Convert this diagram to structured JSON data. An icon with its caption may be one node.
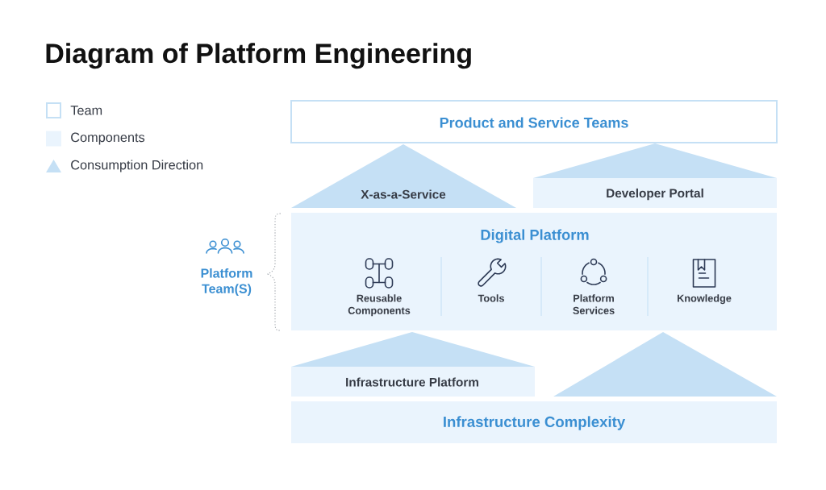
{
  "diagram": {
    "title": "Diagram of Platform Engineering",
    "nodes": [
      {
        "text": [
          "Product and Service Teams"
        ]
      },
      {
        "text": [
          "X-as-a-Service"
        ]
      },
      {
        "text": [
          "Developer Portal"
        ]
      },
      {
        "text": [
          "Platform Team(S)"
        ]
      },
      {
        "text": [
          "Digital Platform"
        ]
      },
      {
        "text": [
          "Reusable Components"
        ],
        "in": 4
      },
      {
        "text": [
          "Tools"
        ],
        "in": 4
      },
      {
        "text": [
          "Platform Services"
        ],
        "in": 4
      },
      {
        "text": [
          "Knowledge"
        ],
        "in": 4
      },
      {
        "text": [
          "Infrastructure Platform"
        ]
      },
      {
        "text": [],
        "shape": "triangle"
      },
      {
        "text": [
          "Infrastructure Complexity"
        ]
      }
    ],
    "legend": [
      {
        "text": "Team"
      },
      {
        "text": "Components",
        "color": "#eaf4fd"
      },
      {
        "text": "Consumption Direction"
      }
    ]
  }
}
